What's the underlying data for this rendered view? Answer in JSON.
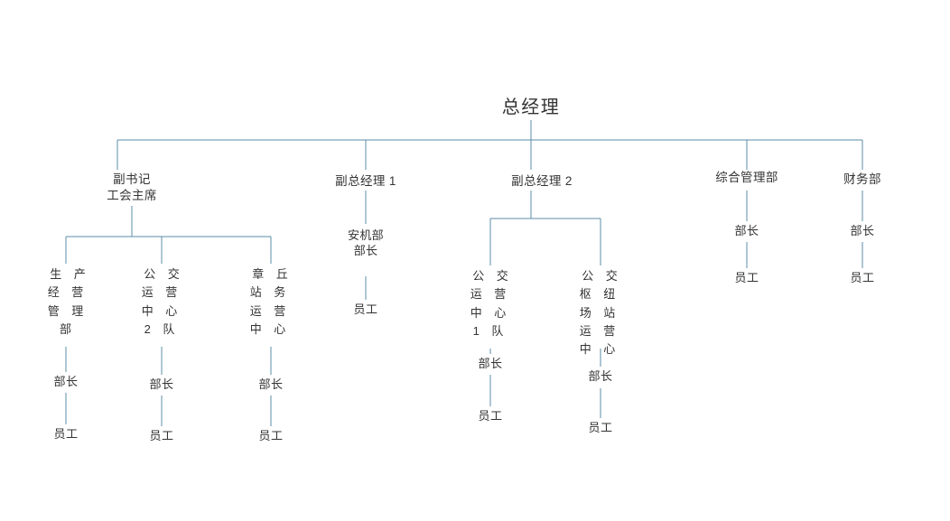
{
  "diagram": {
    "kind": "organization-chart",
    "line_color": "#5b8ca8",
    "text_color": "#333333",
    "background": "#ffffff",
    "root": {
      "label": "总经理"
    },
    "level1": [
      {
        "label": "副书记\n工会主席"
      },
      {
        "label": "副总经理 1"
      },
      {
        "label": "副总经理 2"
      },
      {
        "label": "综合管理部"
      },
      {
        "label": "财务部"
      }
    ],
    "level2": [
      {
        "label": "生 产\n经 营\n管 理\n部"
      },
      {
        "label": "公 交\n运 营\n中 心\n2 队"
      },
      {
        "label": "章 丘\n站 务\n运 营\n中 心"
      },
      {
        "label": "安机部\n部长"
      },
      {
        "label": "公 交\n运 营\n中 心\n1 队"
      },
      {
        "label": "公 交\n枢 纽\n场 站\n运 营\n中 心"
      },
      {
        "label": "部长"
      },
      {
        "label": "部长"
      }
    ],
    "roles": {
      "director": "部长",
      "staff": "员工"
    },
    "leaf_roles": [
      {
        "label": "部长"
      },
      {
        "label": "部长"
      },
      {
        "label": "部长"
      },
      {
        "label": "部长"
      },
      {
        "label": "部长"
      }
    ],
    "leaf_staff": [
      {
        "label": "员工"
      },
      {
        "label": "员工"
      },
      {
        "label": "员工"
      },
      {
        "label": "员工"
      },
      {
        "label": "员工"
      },
      {
        "label": "员工"
      },
      {
        "label": "员工"
      },
      {
        "label": "员工"
      }
    ]
  }
}
